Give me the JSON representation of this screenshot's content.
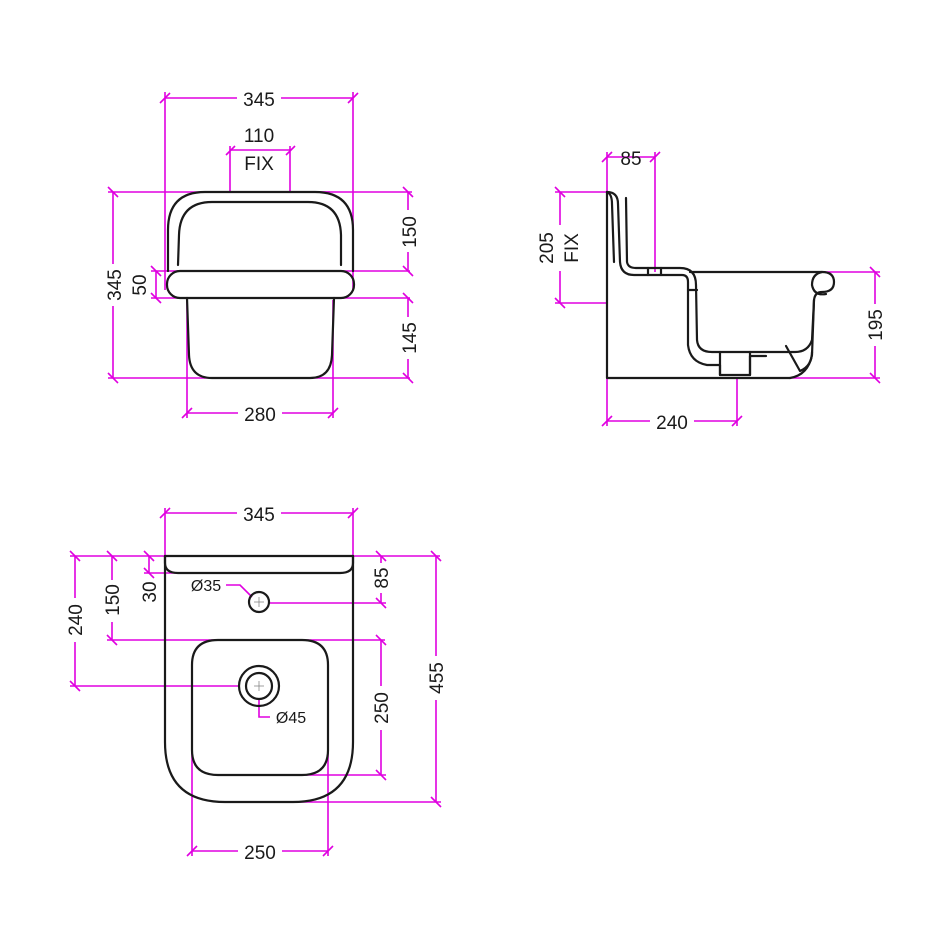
{
  "colors": {
    "outline": "#1a1a1a",
    "dimension": "#e000e0",
    "background": "#ffffff"
  },
  "front_view": {
    "width_total": "345",
    "fix_width": "110",
    "fix_label": "FIX",
    "height_total": "345",
    "rim_height": "50",
    "upper_height": "150",
    "lower_height": "145",
    "bottom_width": "280"
  },
  "side_view": {
    "back_depth": "85",
    "fix_height": "205",
    "fix_label": "FIX",
    "basin_height": "195",
    "depth_to_waste": "240"
  },
  "top_view": {
    "width_total": "345",
    "depth_total": "455",
    "depth_to_waste": "240",
    "depth_to_bowl": "150",
    "ledge_depth": "30",
    "tap_hole_offset": "85",
    "tap_hole_diameter": "Ø35",
    "waste_diameter": "Ø45",
    "bowl_depth": "250",
    "bowl_width": "250"
  }
}
